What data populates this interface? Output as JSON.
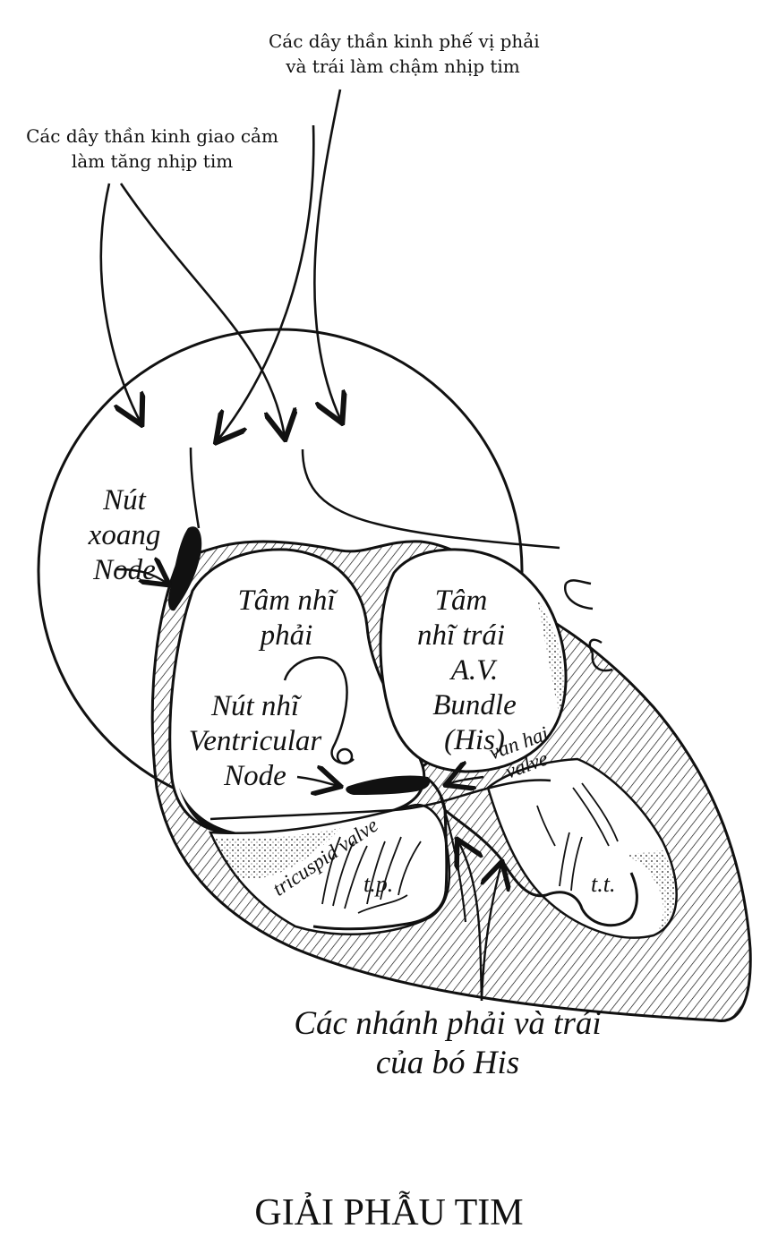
{
  "labels": {
    "vagus_line1": "Các dây thần kinh phế vị phải",
    "vagus_line2": "và trái làm chậm nhịp tim",
    "sympathetic_line1": "Các dây thần kinh giao cảm",
    "sympathetic_line2": "làm tăng nhịp tim",
    "sa_node_line1": "Nút",
    "sa_node_line2": "xoang",
    "sa_node_line3": "Node",
    "right_atrium_line1": "Tâm nhĩ",
    "right_atrium_line2": "phải",
    "left_atrium_line1": "Tâm",
    "left_atrium_line2": "nhĩ trái",
    "av_bundle_line1": "A.V.",
    "av_bundle_line2": "Bundle",
    "av_bundle_line3": "(His)",
    "av_node_line1": "Nút nhĩ",
    "av_node_line2": "Ventricular",
    "av_node_line3": "Node",
    "mitral_line1": "van hai",
    "mitral_line2": "valve",
    "tricuspid": "tricuspid valve",
    "tp": "t.p.",
    "tt": "t.t.",
    "branches_line1": "Các nhánh phải và trái",
    "branches_line2": "của bó His",
    "figure_title": "GIẢI PHẪU TIM"
  },
  "colors": {
    "ink": "#111111",
    "paper": "#ffffff"
  }
}
